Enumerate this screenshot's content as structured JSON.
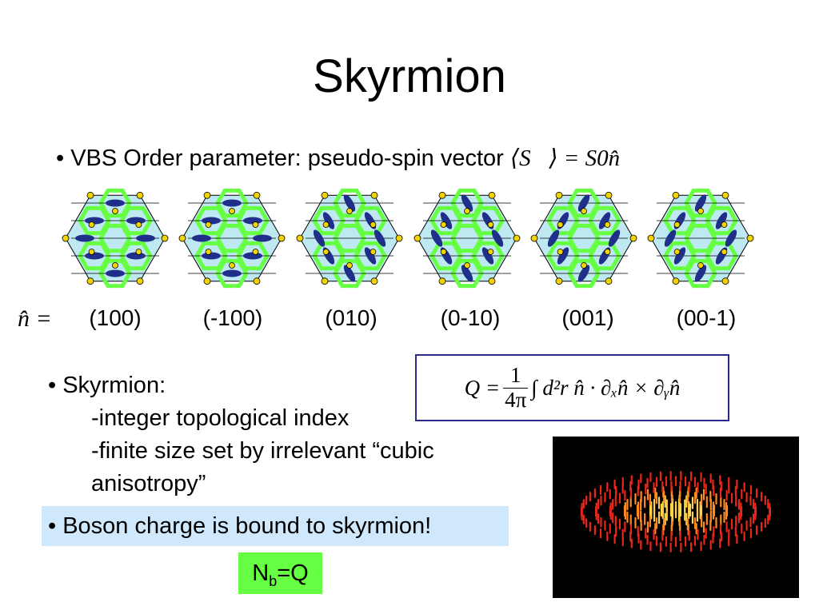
{
  "slide": {
    "title": "Skyrmion",
    "bullet1": {
      "text": "• VBS Order parameter: pseudo-spin vector ",
      "math": "⟨S⃗⟩ = S0n̂"
    },
    "direction_prefix": "n̂ =",
    "directions": [
      "(100)",
      "(-100)",
      "(010)",
      "(0-10)",
      "(001)",
      "(00-1)"
    ],
    "bullet2": {
      "heading": "• Skyrmion:",
      "lines": [
        "-integer topological index",
        "-finite size set by irrelevant “cubic",
        "anisotropy”"
      ]
    },
    "formula": {
      "lhs": "Q =",
      "numerator": "1",
      "denominator": "4π",
      "integrand": "∫ d²r n̂ · ∂ₓn̂ × ∂ᵧn̂"
    },
    "bullet3": "• Boson charge is bound to skyrmion!",
    "nbq": {
      "n": "N",
      "sub": "b",
      "rest": "=Q"
    },
    "colors": {
      "green": "#66ff44",
      "dimer": "#1f2f8a",
      "site": "#f2d200",
      "hex_fill": "#bfe9f2",
      "box_border": "#2b2b8c",
      "highlight": "#cfe8fb"
    }
  }
}
